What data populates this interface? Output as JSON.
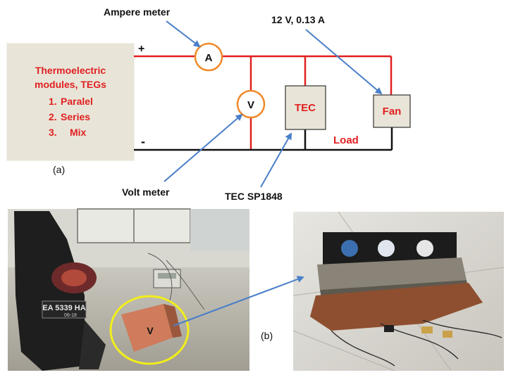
{
  "diagram": {
    "source_box": {
      "title_line1": "Thermoelectric",
      "title_line2": "modules, TEGs",
      "options": [
        {
          "num": "1.",
          "text": "Paralel"
        },
        {
          "num": "2.",
          "text": "Series"
        },
        {
          "num": "3.",
          "text": "Mix"
        }
      ]
    },
    "plus_sign": "+",
    "minus_sign": "-",
    "ammeter_symbol": "A",
    "voltmeter_symbol": "V",
    "tec_label": "TEC",
    "fan_label": "Fan",
    "load_label": "Load",
    "ammeter_caption": "Ampere meter",
    "fan_spec_caption": "12 V, 0.13 A",
    "voltmeter_caption": "Volt meter",
    "tec_caption": "TEC SP1848",
    "panel_a_label": "(a)",
    "panel_b_label": "(b)",
    "photo_v_label": "V",
    "license_plate_line1": "EA 5339 HA",
    "license_plate_line2": "06-18",
    "colors": {
      "wire_red": "#e0201f",
      "wire_black": "#111111",
      "meter_ring": "#f08a2a",
      "box_fill": "#e8e4d8",
      "box_text": "#e02020",
      "arrow": "#4a7fc8",
      "highlight_ring": "#f2ee1a"
    }
  }
}
